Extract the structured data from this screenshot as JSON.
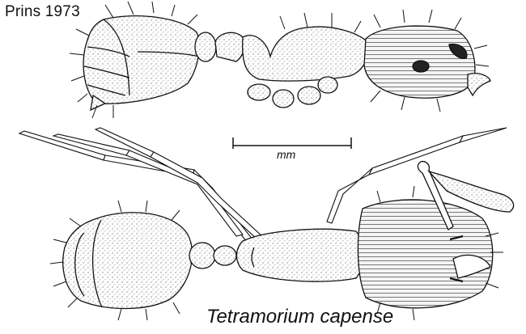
{
  "credit": "Prins 1973",
  "species_name": "Tetramorium capense",
  "scale_bar": {
    "label": "mm"
  },
  "figures": [
    {
      "view": "lateral",
      "icon": "ant-lateral-drawing"
    },
    {
      "view": "dorsal",
      "icon": "ant-dorsal-drawing"
    }
  ],
  "colors": {
    "ink": "#111111",
    "paper": "#ffffff",
    "stipple": "#d9d9d9"
  }
}
